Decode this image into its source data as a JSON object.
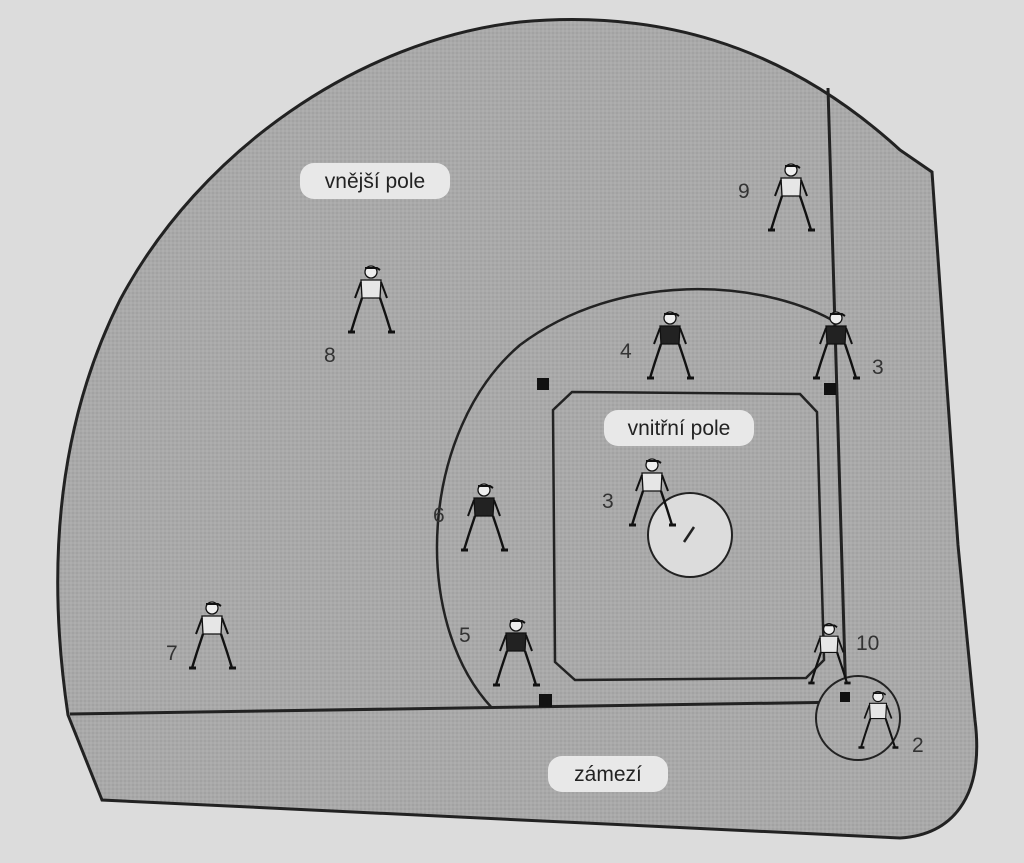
{
  "zones": {
    "outfield": "vnější pole",
    "infield": "vnitřní pole",
    "foul": "zámezí"
  },
  "players": [
    {
      "id": "p9",
      "number": "9",
      "shirt": "light"
    },
    {
      "id": "p8",
      "number": "8",
      "shirt": "light"
    },
    {
      "id": "p4",
      "number": "4",
      "shirt": "dark"
    },
    {
      "id": "p3-first",
      "number": "3",
      "shirt": "dark"
    },
    {
      "id": "p3-pitcher",
      "number": "3",
      "shirt": "light"
    },
    {
      "id": "p6",
      "number": "6",
      "shirt": "dark"
    },
    {
      "id": "p5",
      "number": "5",
      "shirt": "dark"
    },
    {
      "id": "p7",
      "number": "7",
      "shirt": "light"
    },
    {
      "id": "p10",
      "number": "10",
      "shirt": "light"
    },
    {
      "id": "p2",
      "number": "2",
      "shirt": "light"
    }
  ],
  "colors": {
    "page": "#dcdcdc",
    "field": "#a8a8a8",
    "zone_label_bg": "#e8e8e8",
    "line": "#2a2a2a",
    "dark_shirt": "#222222",
    "light_shirt": "#e6e6e6"
  }
}
